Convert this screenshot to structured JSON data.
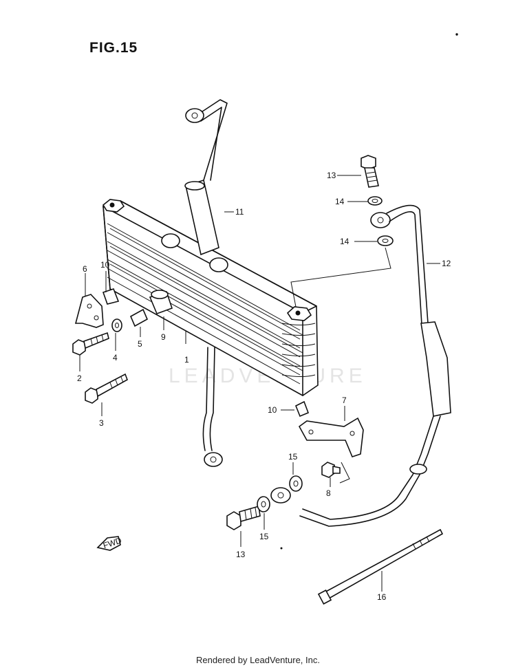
{
  "figure": {
    "title": "FIG.15"
  },
  "watermark": {
    "text": "LEADVENTURE"
  },
  "fwd_arrow": {
    "label": "FWD"
  },
  "callouts": [
    "1",
    "2",
    "3",
    "4",
    "5",
    "6",
    "7",
    "8",
    "9",
    "10",
    "10",
    "11",
    "12",
    "13",
    "13",
    "14",
    "14",
    "15",
    "15",
    "16"
  ],
  "footer": {
    "text": "Rendered by LeadVenture, Inc."
  }
}
